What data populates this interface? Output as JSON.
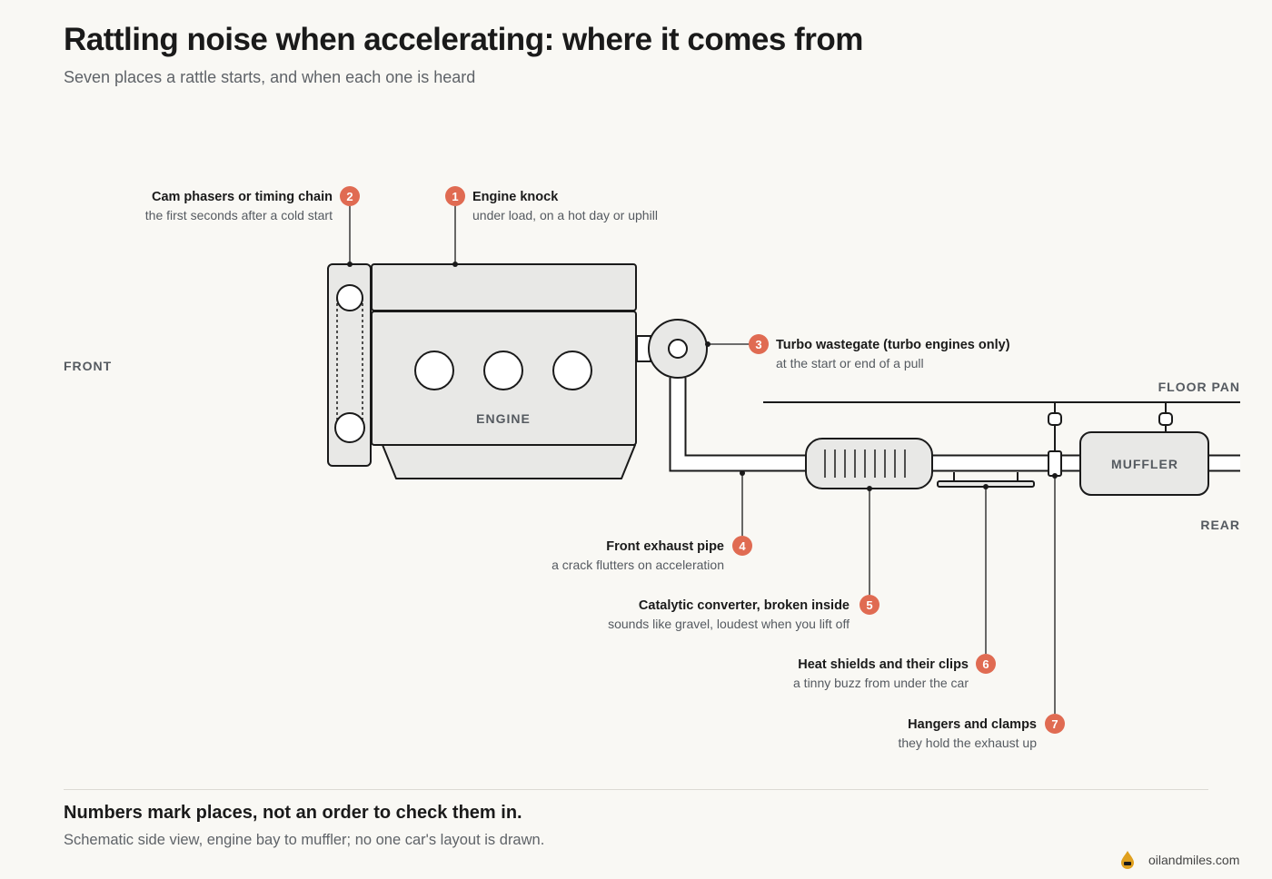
{
  "header": {
    "title": "Rattling noise when accelerating: where it comes from",
    "subtitle": "Seven places a rattle starts, and when each one is heard"
  },
  "diagram": {
    "side_labels": {
      "front": "FRONT",
      "rear": "REAR",
      "floor_pan": "FLOOR PAN"
    },
    "parts": {
      "engine": "ENGINE",
      "muffler": "MUFFLER"
    },
    "callouts": [
      {
        "num": "1",
        "title": "Engine knock",
        "desc": "under load, on a hot day or uphill"
      },
      {
        "num": "2",
        "title": "Cam phasers or timing chain",
        "desc": "the first seconds after a cold start"
      },
      {
        "num": "3",
        "title": "Turbo wastegate (turbo engines only)",
        "desc": "at the start or end of a pull"
      },
      {
        "num": "4",
        "title": "Front exhaust pipe",
        "desc": "a crack flutters on acceleration"
      },
      {
        "num": "5",
        "title": "Catalytic converter, broken inside",
        "desc": "sounds like gravel, loudest when you lift off"
      },
      {
        "num": "6",
        "title": "Heat shields and their clips",
        "desc": "a tinny buzz from under the car"
      },
      {
        "num": "7",
        "title": "Hangers and clamps",
        "desc": "they hold the exhaust up"
      }
    ],
    "colors": {
      "badge": "#e06b52",
      "stroke": "#1a1a1a",
      "fill": "#e8e8e6",
      "background": "#f9f8f4"
    }
  },
  "footer": {
    "title": "Numbers mark places, not an order to check them in.",
    "note": "Schematic side view, engine bay to muffler; no one car's layout is drawn.",
    "brand": "oilandmiles.com",
    "brand_icon": "oil-drop-icon"
  }
}
